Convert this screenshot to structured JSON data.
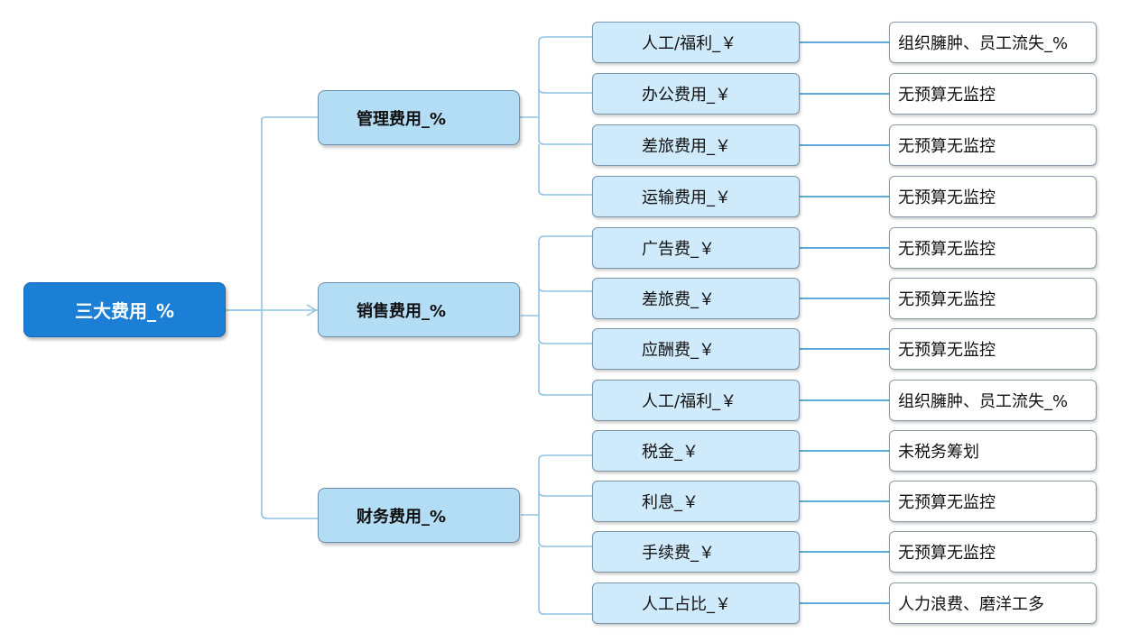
{
  "root": {
    "label": "三大费用_%"
  },
  "branches": [
    {
      "label": "管理费用_%",
      "children": [
        {
          "label": "人工/福利_￥",
          "note": "组织臃肿、员工流失_%"
        },
        {
          "label": "办公费用_￥",
          "note": "无预算无监控"
        },
        {
          "label": "差旅费用_￥",
          "note": "无预算无监控"
        },
        {
          "label": "运输费用_￥",
          "note": "无预算无监控"
        }
      ]
    },
    {
      "label": "销售费用_%",
      "children": [
        {
          "label": "广告费_￥",
          "note": "无预算无监控"
        },
        {
          "label": "差旅费_￥",
          "note": "无预算无监控"
        },
        {
          "label": "应酬费_￥",
          "note": "无预算无监控"
        },
        {
          "label": "人工/福利_￥",
          "note": "组织臃肿、员工流失_%"
        }
      ]
    },
    {
      "label": "财务费用_%",
      "children": [
        {
          "label": "税金_￥",
          "note": "未税务筹划"
        },
        {
          "label": "利息_￥",
          "note": "无预算无监控"
        },
        {
          "label": "手续费_￥",
          "note": "无预算无监控"
        },
        {
          "label": "人工占比_￥",
          "note": "人力浪费、磨洋工多"
        }
      ]
    }
  ]
}
